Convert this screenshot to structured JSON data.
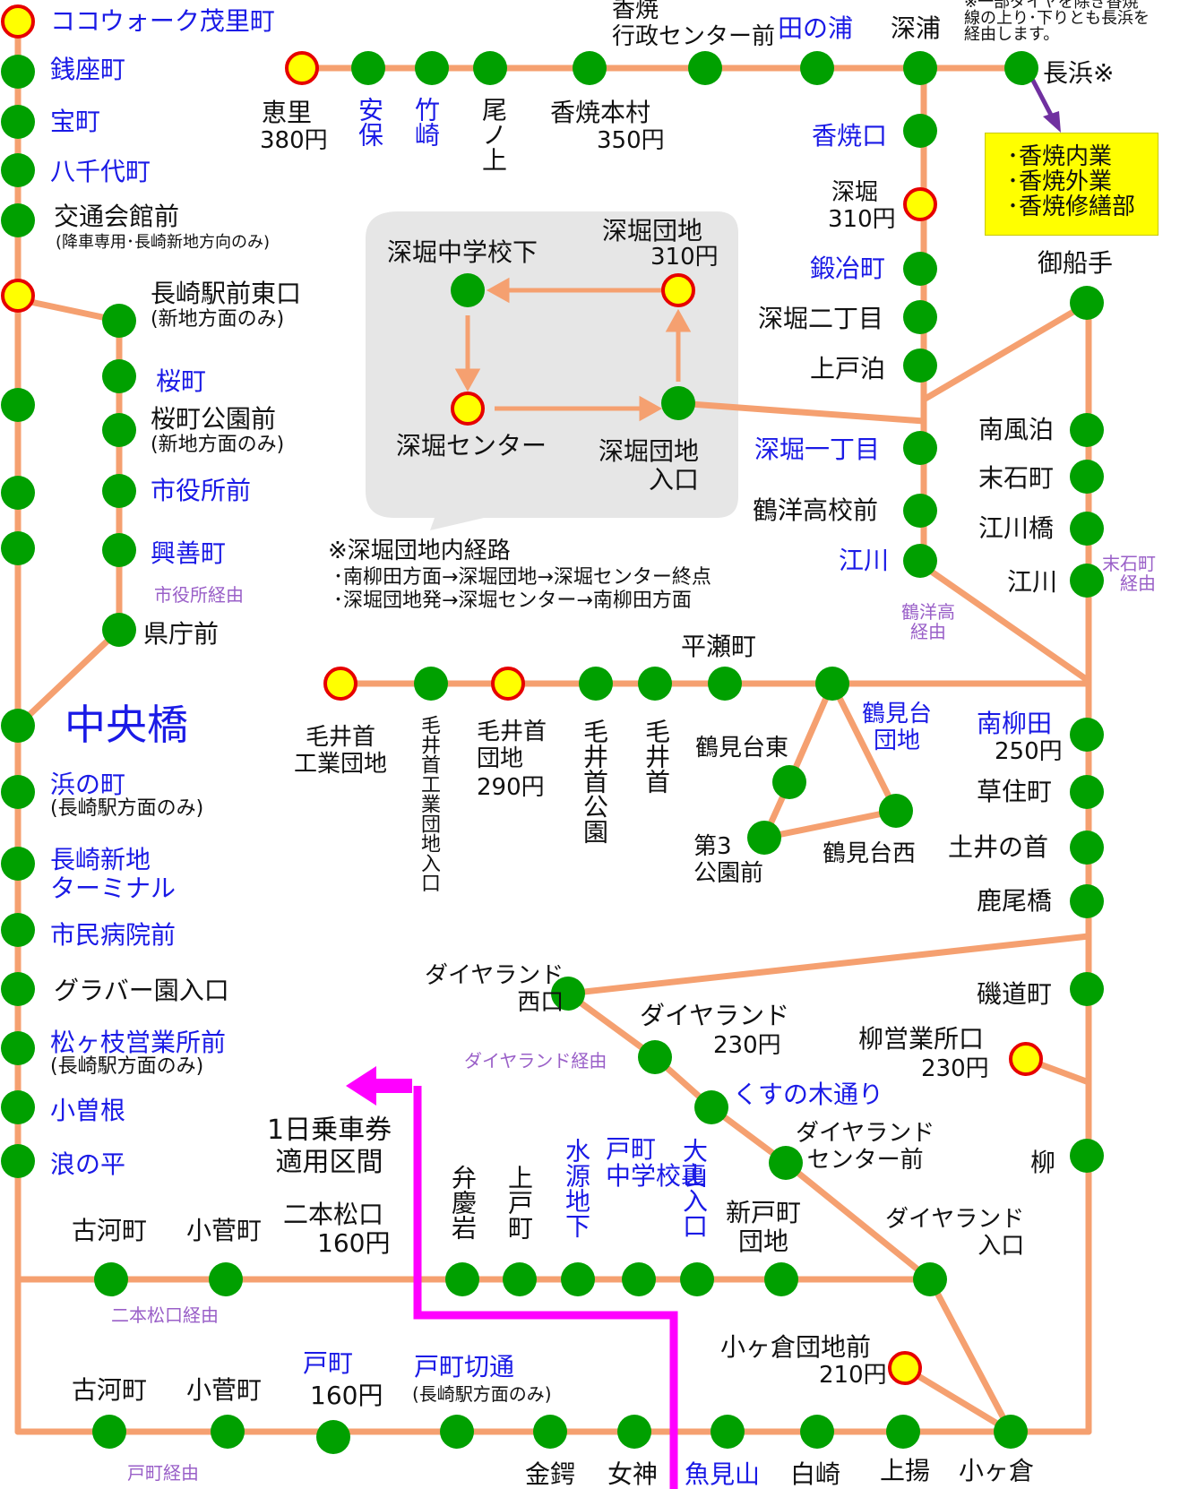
{
  "colors": {
    "route_line": "#f5a070",
    "stop_fill": "#00a000",
    "major_stop_fill": "#ffff00",
    "major_stop_ring": "#e60000",
    "fare_zone_line": "#ff00ff",
    "branch_arrow": "#7030a0",
    "bubble_fill": "#e6e6e6",
    "note_box_fill": "#ffff00",
    "label_blue": "#1a1ae6",
    "label_black": "#111111",
    "via_purple": "#9a60c8"
  },
  "legend": {
    "stop_icon": "green-dot",
    "major_stop_icon": "yellow-circle-red-ring"
  },
  "left_line": {
    "stops": [
      {
        "name": "ココウォーク茂里町",
        "note": "",
        "major": true
      },
      {
        "name": "銭座町",
        "note": ""
      },
      {
        "name": "宝町",
        "note": ""
      },
      {
        "name": "八千代町",
        "note": ""
      },
      {
        "name": "交通会館前",
        "note": "(降車専用･長崎新地方向のみ)"
      },
      {
        "name": "中央橋",
        "note": ""
      },
      {
        "name": "浜の町",
        "note": "(長崎駅方面のみ)"
      },
      {
        "name": "長崎新地\nターミナル",
        "note": ""
      },
      {
        "name": "市民病院前",
        "note": ""
      },
      {
        "name": "グラバー園入口",
        "note": ""
      },
      {
        "name": "松ヶ枝営業所前",
        "note": "(長崎駅方面のみ)"
      },
      {
        "name": "小曽根",
        "note": ""
      },
      {
        "name": "浪の平",
        "note": ""
      }
    ]
  },
  "inner_left_line": {
    "stops": [
      {
        "name": "長崎駅前東口",
        "note": "(新地方面のみ)"
      },
      {
        "name": "桜町",
        "note": ""
      },
      {
        "name": "桜町公園前",
        "note": "(新地方面のみ)"
      },
      {
        "name": "市役所前",
        "note": ""
      },
      {
        "name": "興善町",
        "note": ""
      },
      {
        "name": "県庁前",
        "note": ""
      }
    ],
    "via": "市役所経由"
  },
  "top_line": {
    "stops": [
      {
        "name": "恵里",
        "fare": "380円",
        "major": true
      },
      {
        "name": "安保"
      },
      {
        "name": "竹崎"
      },
      {
        "name": "尾ノ上"
      },
      {
        "name": "香焼本村",
        "fare": "350円"
      },
      {
        "name": "香焼\n行政センター前"
      },
      {
        "name": "田の浦"
      },
      {
        "name": "深浦"
      },
      {
        "name": "長浜※"
      }
    ],
    "note": "※一部ダイヤを除き香焼\n線の上り･下りとも長浜を\n経由します。",
    "branch_box": [
      "･香焼内業",
      "･香焼外業",
      "･香焼修繕部"
    ]
  },
  "center_right_line": {
    "stops": [
      {
        "name": "香焼口"
      },
      {
        "name": "深堀",
        "fare": "310円",
        "major": true
      },
      {
        "name": "鍛冶町"
      },
      {
        "name": "深堀二丁目"
      },
      {
        "name": "上戸泊"
      },
      {
        "name": "深堀一丁目"
      },
      {
        "name": "鶴洋高校前"
      },
      {
        "name": "江川"
      }
    ],
    "via": "鶴洋高\n経由"
  },
  "right_line": {
    "stops": [
      {
        "name": "御船手"
      },
      {
        "name": "南風泊"
      },
      {
        "name": "末石町"
      },
      {
        "name": "江川橋"
      },
      {
        "name": "江川"
      },
      {
        "name": "南柳田",
        "fare": "250円"
      },
      {
        "name": "草住町"
      },
      {
        "name": "土井の首"
      },
      {
        "name": "鹿尾橋"
      },
      {
        "name": "磯道町"
      },
      {
        "name": "柳営業所口",
        "fare": "230円",
        "major": true
      },
      {
        "name": "柳"
      }
    ],
    "via": "末石町\n経由"
  },
  "danchi_loop": {
    "stops": [
      {
        "name": "深堀中学校下"
      },
      {
        "name": "深堀団地",
        "fare": "310円",
        "major": true
      },
      {
        "name": "深堀センター",
        "major": true
      },
      {
        "name": "深堀団地\n入口"
      }
    ],
    "route_title": "※深堀団地内経路",
    "route_lines": [
      "･南柳田方面→深堀団地→深堀センター終点",
      "･深堀団地発→深堀センター→南柳田方面"
    ]
  },
  "keiimachi_line": {
    "stops": [
      {
        "name": "毛井首\n工業団地",
        "major": true
      },
      {
        "name": "毛井首工業団地入口"
      },
      {
        "name": "毛井首\n団地",
        "fare": "290円",
        "major": true
      },
      {
        "name": "毛井首公園"
      },
      {
        "name": "毛井首"
      },
      {
        "name": "平瀬町"
      }
    ]
  },
  "tsurumidai_loop": {
    "stops": [
      {
        "name": "鶴見台\n団地"
      },
      {
        "name": "鶴見台東"
      },
      {
        "name": "第3\n公園前"
      },
      {
        "name": "鶴見台西"
      }
    ]
  },
  "diamond_land": {
    "stops": [
      {
        "name": "ダイヤランド\n西口"
      },
      {
        "name": "ダイヤランド",
        "fare": "230円"
      },
      {
        "name": "くすの木通り"
      },
      {
        "name": "ダイヤランド\nセンター前"
      },
      {
        "name": "ダイヤランド\n入口"
      }
    ],
    "via": "ダイヤランド経由"
  },
  "nihonmatsu_line": {
    "stops": [
      {
        "name": "古河町"
      },
      {
        "name": "小菅町"
      },
      {
        "name": "二本松口",
        "fare": "160円"
      },
      {
        "name": "弁慶岩"
      },
      {
        "name": "上戸町"
      },
      {
        "name": "水源地下"
      },
      {
        "name": "戸町\n中学校裏"
      },
      {
        "name": "大山入口"
      },
      {
        "name": "新戸町\n団地"
      }
    ],
    "via": "二本松口経由"
  },
  "tomachi_line": {
    "stops": [
      {
        "name": "古河町"
      },
      {
        "name": "小菅町"
      },
      {
        "name": "戸町",
        "fare": "160円"
      },
      {
        "name": "戸町切通",
        "note": "(長崎駅方面のみ)"
      },
      {
        "name": "金鍔"
      },
      {
        "name": "女神"
      },
      {
        "name": "魚見山"
      },
      {
        "name": "白崎"
      },
      {
        "name": "上揚"
      },
      {
        "name": "小ヶ倉"
      }
    ],
    "extra": {
      "name": "小ヶ倉団地前",
      "fare": "210円",
      "major": true
    },
    "via": "戸町経由"
  },
  "one_day_pass": {
    "label": "1日乗車券\n適用区間"
  }
}
